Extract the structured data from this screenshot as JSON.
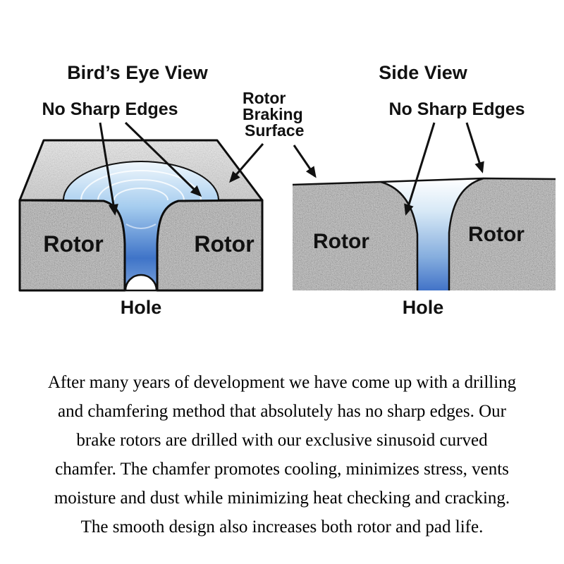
{
  "colors": {
    "accent_red": "#e2231a",
    "rotor_gray": "#c8c8c8",
    "steel_blue": "#3f74c8",
    "outline_black": "#111111"
  },
  "birdseye": {
    "title": "Bird’s Eye View",
    "no_sharp_edges_label": "No Sharp Edges",
    "rotor_left_label": "Rotor",
    "rotor_right_label": "Rotor",
    "hole_label": "Hole"
  },
  "braking_surface": {
    "line1": "Rotor",
    "line2": "Braking",
    "line3": "Surface"
  },
  "sideview": {
    "title": "Side View",
    "no_sharp_edges_label": "No Sharp Edges",
    "rotor_left_label": "Rotor",
    "rotor_right_label": "Rotor",
    "hole_label": "Hole"
  },
  "description_lines": [
    "After many years of development we have come up with a drilling",
    "and chamfering method that absolutely has no sharp edges.  Our",
    "brake rotors are drilled with our exclusive sinusoid curved",
    "chamfer. The chamfer promotes cooling, minimizes stress, vents",
    "moisture and dust while minimizing heat checking and cracking.",
    "The smooth design also increases both rotor and pad life."
  ]
}
